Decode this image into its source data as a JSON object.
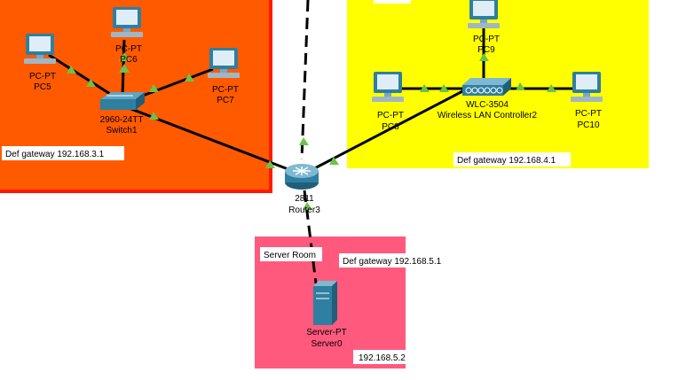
{
  "zones": {
    "orange": {
      "color": "#ff5a00",
      "border": "#ff1a00",
      "note": "Def gateway 192.168.3.1"
    },
    "yellow": {
      "color": "#ffff00",
      "note": "Def gateway 192.168.4.1"
    },
    "pink": {
      "color": "#ff5a7e",
      "note1": "Server Room",
      "note2": "Def gateway 192.168.5.1",
      "note3": "192.168.5.2"
    }
  },
  "devices": {
    "pc5": {
      "type": "PC-PT",
      "name": "PC5"
    },
    "pc6": {
      "type": "PC-PT",
      "name": "PC6"
    },
    "pc7": {
      "type": "PC-PT",
      "name": "PC7"
    },
    "switch1": {
      "type": "2960-24TT",
      "name": "Switch1"
    },
    "router3": {
      "type": "2811",
      "name": "Router3"
    },
    "pc8": {
      "type": "PC-PT",
      "name": "PC8"
    },
    "pc9": {
      "type": "PC-PT",
      "name": "PC9"
    },
    "pc10": {
      "type": "PC-PT",
      "name": "PC10"
    },
    "wlc": {
      "type": "WLC-3504",
      "name": "Wireless LAN Controller2"
    },
    "server0": {
      "type": "Server-PT",
      "name": "Server0"
    }
  },
  "colors": {
    "link": "#000000",
    "port": "#6cc24a",
    "device": "#2f7fa0"
  }
}
